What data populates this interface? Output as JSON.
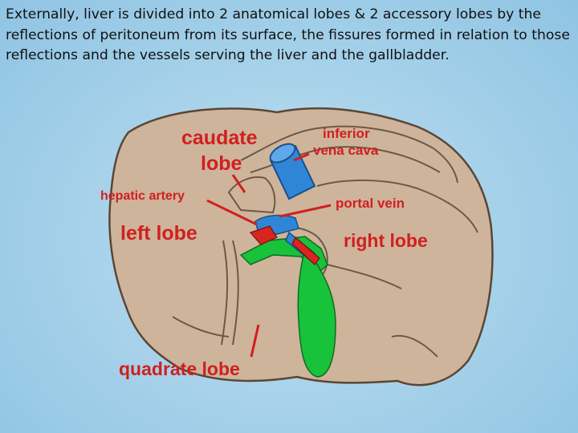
{
  "caption": "Externally, liver is divided into 2 anatomical lobes & 2 accessory lobes by the reflections of peritoneum from its surface, the fissures formed in relation to those reflections and the vessels serving the liver and the gallbladder.",
  "labels": {
    "caudate_line1": "caudate",
    "caudate_line2": "lobe",
    "inferior_line1": "inferior",
    "inferior_line2": "vena cava",
    "hepatic_artery": "hepatic artery",
    "portal_vein": "portal vein",
    "left_lobe": "left lobe",
    "right_lobe": "right lobe",
    "quadrate_lobe": "quadrate lobe"
  },
  "colors": {
    "background": "#a9d3ea",
    "liver": "#ceb49b",
    "outline": "#5a4636",
    "vena_cava": "#2f86d6",
    "artery": "#d9251f",
    "gallbladder": "#18c23a",
    "label_red": "#d11f1f"
  }
}
